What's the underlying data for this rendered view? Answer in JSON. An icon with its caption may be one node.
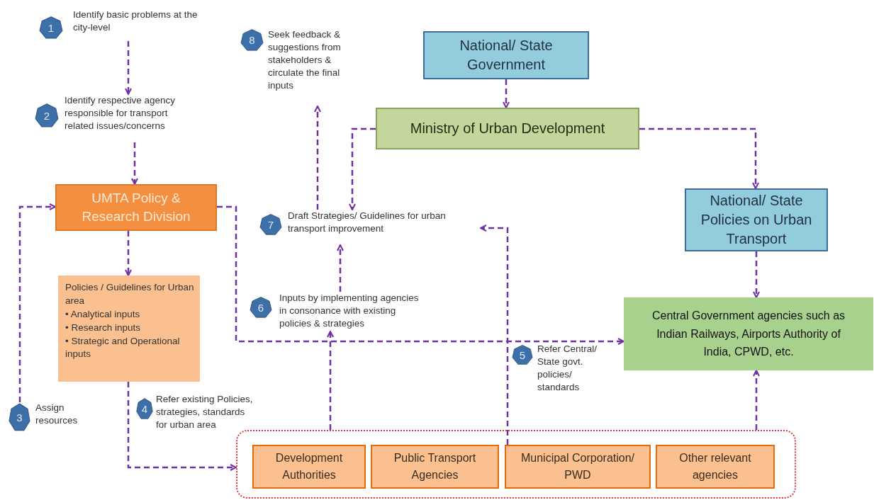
{
  "diagram": {
    "nodes": [
      {
        "text": [
          "1"
        ]
      },
      {
        "text": [
          "Identify basic problems at the city-level"
        ]
      },
      {
        "text": [
          "8"
        ]
      },
      {
        "text": [
          "Seek feedback & suggestions from stakeholders & circulate the final inputs"
        ]
      },
      {
        "text": [
          "National/ State Government"
        ]
      },
      {
        "text": [
          "2"
        ]
      },
      {
        "text": [
          "Identify respective agency responsible for transport related issues/concerns"
        ]
      },
      {
        "text": [
          "Ministry of Urban Development"
        ]
      },
      {
        "text": [
          "UMTA Policy & Research Division"
        ]
      },
      {
        "text": [
          "7"
        ]
      },
      {
        "text": [
          "Draft Strategies/ Guidelines for urban transport improvement"
        ]
      },
      {
        "text": [
          "National/ State Policies on Urban Transport"
        ]
      },
      {
        "text": [
          "Policies / Guidelines for Urban area",
          "• Analytical inputs",
          "• Research inputs",
          "• Strategic and Operational inputs"
        ]
      },
      {
        "text": [
          "6"
        ]
      },
      {
        "text": [
          "Inputs by implementing agencies in consonance with existing policies & strategies"
        ]
      },
      {
        "text": [
          "5"
        ]
      },
      {
        "text": [
          "Refer Central/ State govt. policies/ standards"
        ]
      },
      {
        "text": [
          "Central Government agencies such as Indian Railways, Airports Authority of India, CPWD, etc."
        ]
      },
      {
        "text": [
          "3"
        ]
      },
      {
        "text": [
          "Assign resources"
        ]
      },
      {
        "text": [
          "4"
        ]
      },
      {
        "text": [
          "Refer existing Policies, strategies, standards for urban area"
        ]
      },
      {
        "text": [],
        "shape": "box"
      },
      {
        "text": [
          "Development Authorities"
        ],
        "in": 22
      },
      {
        "text": [
          "Public Transport Agencies"
        ],
        "in": 22
      },
      {
        "text": [
          "Municipal Corporation/ PWD"
        ],
        "in": 22
      },
      {
        "text": [
          "Other relevant agencies"
        ],
        "in": 22
      }
    ],
    "edges": [
      {
        "from": 1,
        "to": 6,
        "arrow": "to"
      },
      {
        "from": 6,
        "to": 8,
        "arrow": "to"
      },
      {
        "from": 4,
        "to": 7,
        "arrow": "to"
      },
      {
        "from": 7,
        "to": 10,
        "arrow": "to"
      },
      {
        "from": 10,
        "to": 3,
        "arrow": "to"
      },
      {
        "from": 7,
        "to": 11,
        "arrow": "to"
      },
      {
        "from": 11,
        "to": 17,
        "arrow": "to"
      },
      {
        "from": 8,
        "to": 17,
        "arrow": "to"
      },
      {
        "from": 8,
        "to": 12,
        "arrow": "to"
      },
      {
        "from": 12,
        "to": 22,
        "arrow": "to"
      },
      {
        "from": 18,
        "to": 8,
        "arrow": "to"
      },
      {
        "from": 22,
        "to": 14,
        "arrow": "to"
      },
      {
        "from": 14,
        "to": 10,
        "arrow": "to"
      },
      {
        "from": 25,
        "to": 10,
        "arrow": "to"
      },
      {
        "from": 22,
        "to": 17,
        "arrow": "to"
      }
    ]
  }
}
